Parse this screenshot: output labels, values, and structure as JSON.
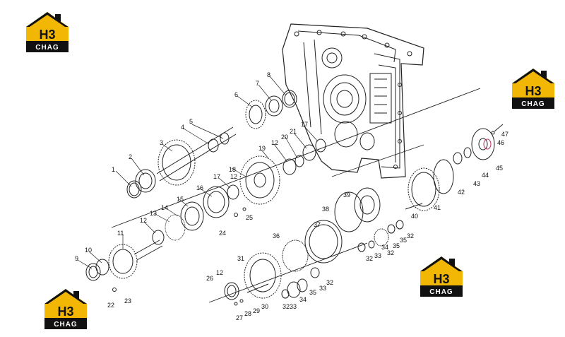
{
  "brand": {
    "mark": "H3",
    "word": "CHAG",
    "colors": {
      "yellow": "#f2b705",
      "black": "#111111",
      "white": "#ffffff"
    }
  },
  "logos": [
    {
      "id": "logo-top-left"
    },
    {
      "id": "logo-top-right"
    },
    {
      "id": "logo-mid-right"
    },
    {
      "id": "logo-bottom-left"
    }
  ],
  "part_numbers": [
    "1",
    "2",
    "3",
    "4",
    "5",
    "6",
    "7",
    "8",
    "9",
    "10",
    "11",
    "12",
    "12",
    "12",
    "12",
    "13",
    "14",
    "15",
    "16",
    "17",
    "17",
    "18",
    "19",
    "20",
    "21",
    "22",
    "23",
    "24",
    "25",
    "26",
    "27",
    "28",
    "29",
    "30",
    "31",
    "32",
    "32",
    "32",
    "32",
    "32",
    "33",
    "33",
    "33",
    "34",
    "34",
    "35",
    "35",
    "35",
    "36",
    "37",
    "38",
    "39",
    "40",
    "41",
    "42",
    "43",
    "44",
    "45",
    "46",
    "47"
  ],
  "line_color": "#222222"
}
